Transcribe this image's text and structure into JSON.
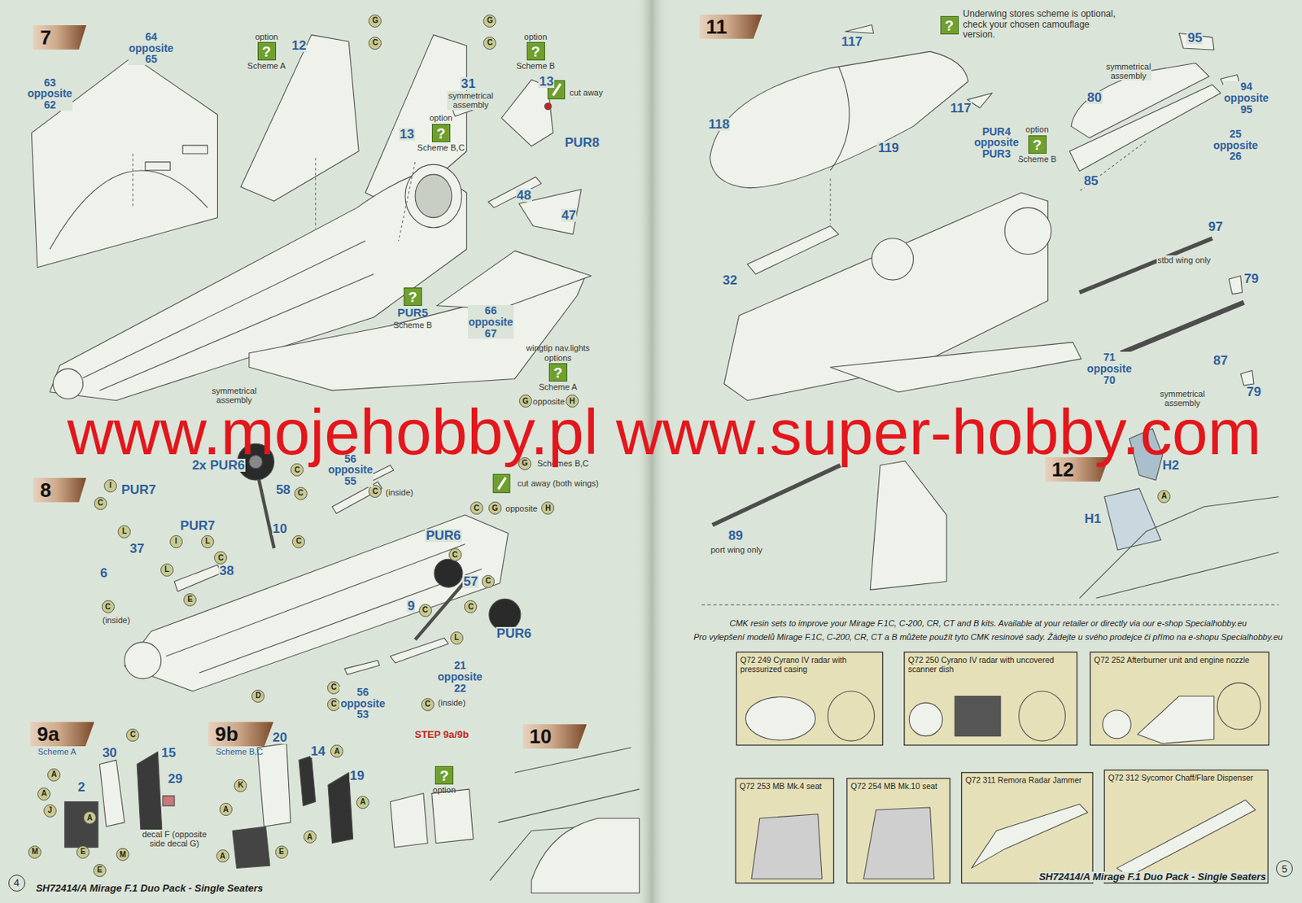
{
  "diagram": {
    "nodes": [
      {
        "text": [
          "7"
        ]
      },
      {
        "text": [
          "option",
          "?",
          "Scheme A"
        ]
      },
      {
        "text": [
          "G"
        ]
      },
      {
        "text": [
          "C"
        ]
      },
      {
        "text": [
          "G"
        ]
      },
      {
        "text": [
          "C"
        ]
      },
      {
        "text": [
          "option",
          "?",
          "Scheme B"
        ]
      },
      {
        "text": [
          "option",
          "?",
          "Scheme B,C"
        ]
      },
      {
        "text": [
          "?",
          "PUR5",
          "Scheme B"
        ]
      },
      {
        "text": [
          "wingtip nav.lights options",
          "?",
          "Scheme A"
        ]
      },
      {
        "text": [
          "G"
        ]
      },
      {
        "text": [
          "H"
        ]
      },
      {
        "text": [
          "G"
        ]
      },
      {
        "text": [
          "C"
        ]
      },
      {
        "text": [
          "G"
        ]
      },
      {
        "text": [
          "H"
        ]
      },
      {
        "text": [
          "8"
        ]
      },
      {
        "text": [
          "I"
        ]
      },
      {
        "text": [
          "C"
        ]
      },
      {
        "text": [
          "I"
        ]
      },
      {
        "text": [
          "L"
        ]
      },
      {
        "text": [
          "C"
        ]
      },
      {
        "text": [
          "L"
        ]
      },
      {
        "text": [
          "L"
        ]
      },
      {
        "text": [
          "E"
        ]
      },
      {
        "text": [
          "C"
        ]
      },
      {
        "text": [
          "D"
        ]
      },
      {
        "text": [
          "C"
        ]
      },
      {
        "text": [
          "C"
        ]
      },
      {
        "text": [
          "C"
        ]
      },
      {
        "text": [
          "C"
        ]
      },
      {
        "text": [
          "C"
        ]
      },
      {
        "text": [
          "C"
        ]
      },
      {
        "text": [
          "C"
        ]
      },
      {
        "text": [
          "L"
        ]
      },
      {
        "text": [
          "C"
        ]
      },
      {
        "text": [
          "C"
        ]
      },
      {
        "text": [
          "C"
        ]
      },
      {
        "text": [
          "C"
        ]
      },
      {
        "text": [
          "9a",
          "Scheme A"
        ]
      },
      {
        "text": [
          "C"
        ]
      },
      {
        "text": [
          "A"
        ]
      },
      {
        "text": [
          "A"
        ]
      },
      {
        "text": [
          "J"
        ]
      },
      {
        "text": [
          "A"
        ]
      },
      {
        "text": [
          "M"
        ]
      },
      {
        "text": [
          "E"
        ]
      },
      {
        "text": [
          "M"
        ]
      },
      {
        "text": [
          "E"
        ]
      },
      {
        "text": [
          "9b",
          "Scheme B,C"
        ]
      },
      {
        "text": [
          "K"
        ]
      },
      {
        "text": [
          "A"
        ]
      },
      {
        "text": [
          "A"
        ]
      },
      {
        "text": [
          "E"
        ]
      },
      {
        "text": [
          "A"
        ]
      },
      {
        "text": [
          "A"
        ]
      },
      {
        "text": [
          "A"
        ]
      },
      {
        "text": [
          "?",
          "option"
        ]
      },
      {
        "text": [
          "10"
        ]
      },
      {
        "text": [
          "4"
        ]
      },
      {
        "text": [
          "11"
        ]
      },
      {
        "text": [
          "?",
          "Underwing stores scheme is optional, check your chosen camouflage version."
        ]
      },
      {
        "text": [
          "option",
          "?",
          "Scheme B"
        ]
      },
      {
        "text": [
          "12"
        ]
      },
      {
        "text": [
          "A"
        ]
      },
      {
        "text": [
          "Q72 249 Cyrano IV radar with pressurized casing"
        ]
      },
      {
        "text": [
          "Q72 250 Cyrano IV radar with uncovered scanner dish"
        ]
      },
      {
        "text": [
          "Q72 252 Afterburner unit and engine nozzle"
        ]
      },
      {
        "text": [
          "Q72 253 MB Mk.4 seat"
        ]
      },
      {
        "text": [
          "Q72 254 MB Mk.10 seat"
        ]
      },
      {
        "text": [
          "Q72 311 Remora Radar Jammer"
        ]
      },
      {
        "text": [
          "Q72 312 Sycomor Chaff/Flare Dispenser"
        ]
      },
      {
        "text": [
          "5"
        ]
      }
    ],
    "labels": [
      "64 opposite 65",
      "63 opposite 62",
      "12",
      "13",
      "31",
      "symmetrical assembly",
      "13",
      "cut away",
      "PUR8",
      "48",
      "47",
      "66 opposite 67",
      "symmetrical assembly",
      "opposite",
      "Schemes B,C",
      "cut away (both wings)",
      "opposite",
      "2x PUR6",
      "PUR7",
      "PUR7",
      "37",
      "6",
      "(inside)",
      "38",
      "56 opposite 55",
      "58",
      "10",
      "(inside)",
      "PUR6",
      "57",
      "9",
      "PUR6",
      "21 opposite 22",
      "(inside)",
      "56 opposite 53",
      "30",
      "15",
      "2",
      "29",
      "decal F (opposite side decal G)",
      "20",
      "14",
      "19",
      "STEP 9a/9b",
      "SH72414/A Mirage F.1 Duo Pack - Single Seaters",
      "117",
      "117",
      "118",
      "119",
      "95",
      "symmetrical assembly",
      "80",
      "94 opposite 95",
      "25 opposite 26",
      "85",
      "PUR4 opposite PUR3",
      "32",
      "97",
      "stbd wing only",
      "79",
      "71 opposite 70",
      "87",
      "symmetrical assembly",
      "79",
      "89",
      "port wing only",
      "H2",
      "H1",
      "CMK resin sets to improve your Mirage F.1C, C-200, CR, CT and B kits. Available at your retailer or directly via our e-shop Specialhobby.eu",
      "Pro vylepšení modelů Mirage F.1C, C-200, CR, CT a B můžete použít tyto CMK resinové sady. Žádejte u svého prodejce či přímo na e-shopu Specialhobby.eu",
      "SH72414/A Mirage F.1 Duo Pack - Single Seaters",
      "www.mojehobby.pl www.super-hobby.com"
    ]
  }
}
